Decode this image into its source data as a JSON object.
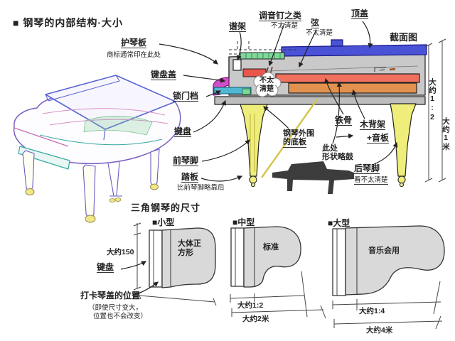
{
  "header": {
    "bullet": "■",
    "title": "钢琴的内部结构·大小"
  },
  "cross_section": {
    "view_label": "截面图",
    "labels": {
      "music_stand": "谱架",
      "tuning_pins": "调音钉之类",
      "tuning_pins_note": "不太清楚",
      "strings": "弦",
      "strings_note": "不太清楚",
      "top_lid": "顶盖",
      "fallboard_guard": "护琴板",
      "fallboard_guard_note": "商标通常印在此处",
      "key_cover": "键盘盖",
      "lock_rail": "锁门档",
      "keyboard": "键盘",
      "front_leg": "前琴脚",
      "pedal": "踏板",
      "pedal_note": "比前琴脚略靠后",
      "bottom_board_l1": "钢琴外围",
      "bottom_board_l2": "的底板",
      "cloud_l1": "不太",
      "cloud_l2": "清楚",
      "iron_frame": "铁骨",
      "back_frame": "木背架",
      "soundboard": "+音板",
      "bulge_l1": "此处",
      "bulge_l2": "形状略鼓",
      "rear_leg": "后琴脚",
      "rear_leg_note": "看不太清楚"
    },
    "dimensions": {
      "inner": "大约1:2",
      "outer": "大约1米"
    }
  },
  "size_chart": {
    "title": "三角钢琴的尺寸",
    "small": {
      "label": "■小型",
      "body_l1": "大体正",
      "body_l2": "方形",
      "height_dim": "大约150",
      "keyboard_label": "键盘",
      "lid_pos_label": "打卡琴盖的位置",
      "lid_pos_note_l1": "（即使尺寸变大，",
      "lid_pos_note_l2": "位置也不会改变）"
    },
    "medium": {
      "label": "■中型",
      "body": "标准",
      "dim_ratio": "大约1:2",
      "dim_len": "大约2米"
    },
    "large": {
      "label": "■大型",
      "body": "音乐会用",
      "dim_ratio": "大约1:4",
      "dim_len": "大约4米"
    }
  },
  "colors": {
    "top_lid": "#4a52d6",
    "body_gray": "#c9c9c9",
    "bottom_gray": "#bdbdbd",
    "pin_block_green": "#7fd89a",
    "iron_frame_red": "#f0705e",
    "front_red": "#e8554a",
    "soundboard_orange": "#e2924e",
    "key_cover_magenta": "#cf4fc7",
    "keyboard_cyan": "#4fb9d4",
    "leg_yellow": "#f0ee7a",
    "silhouette": "#3c3c3c",
    "size_body_gray": "#d9d9d9"
  }
}
